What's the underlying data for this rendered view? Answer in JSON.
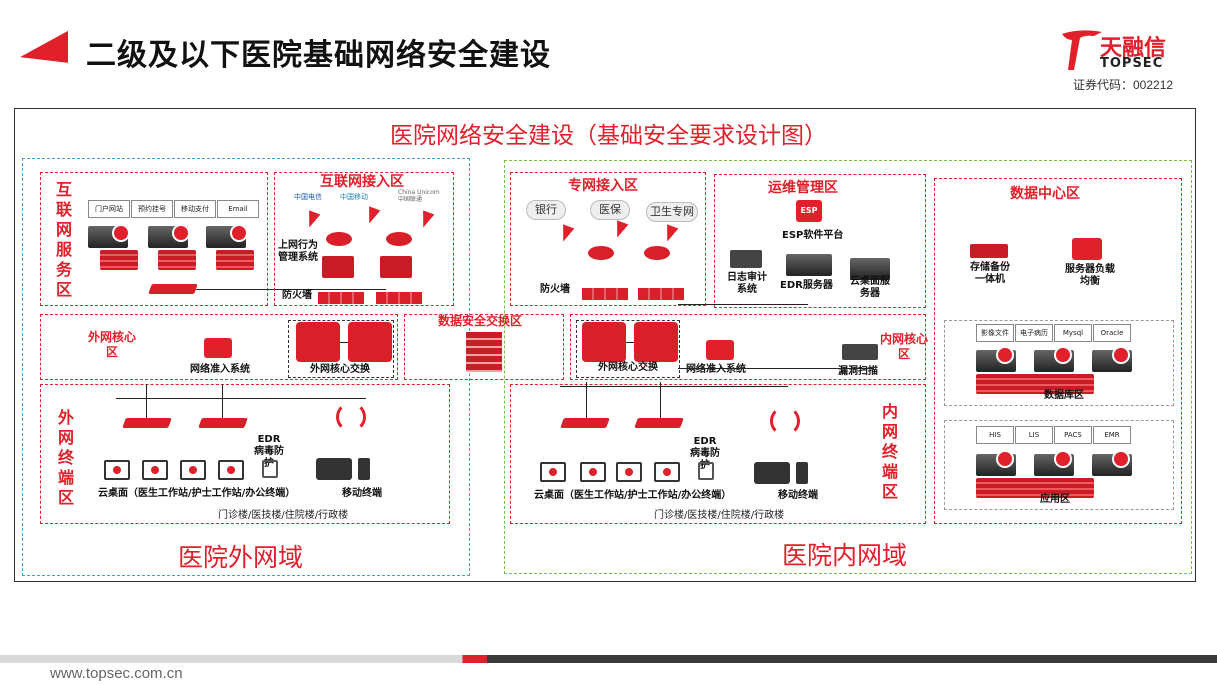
{
  "header": {
    "title": "二级及以下医院基础网络安全建设",
    "stock_code": "证券代码：002212"
  },
  "logo": {
    "name_cn": "天融信",
    "name_en": "TOPSEC"
  },
  "diagram_title": "医院网络安全建设（基础安全要求设计图）",
  "outer": {
    "domain_label": "医院外网域",
    "internet_service": {
      "label": "互联网服务区",
      "tabs": [
        "门户网站",
        "预约挂号",
        "移动支付",
        "Email"
      ]
    },
    "internet_access": {
      "label": "互联网接入区",
      "isp_telecom": "中国电信",
      "isp_mobile": "中国移动",
      "isp_unicom": "China Unicom中国联通",
      "audit": "上网行为管理系统",
      "firewall": "防火墙"
    },
    "core": {
      "label": "外网核心区",
      "nac": "网络准入系统",
      "switch": "外网核心交换"
    },
    "terminal": {
      "label": "外网终端区",
      "edr": "EDR病毒防护",
      "desktops": "云桌面（医生工作站/护士工作站/办公终端）",
      "mobile": "移动终端",
      "buildings": "门诊楼/医技楼/住院楼/行政楼"
    }
  },
  "exchange": {
    "label": "数据安全交换区"
  },
  "inner": {
    "domain_label": "医院内网域",
    "private_access": {
      "label": "专网接入区",
      "clouds": [
        "银行",
        "医保",
        "卫生专网"
      ],
      "firewall": "防火墙"
    },
    "ops": {
      "label": "运维管理区",
      "esp": "ESP",
      "esp_platform": "ESP软件平台",
      "log": "日志审计系统",
      "edr_server": "EDR服务器",
      "vdi_server": "云桌面服务器"
    },
    "core": {
      "label": "内网核心区",
      "switch": "外网核心交换",
      "nac": "网络准入系统",
      "scan": "漏洞扫描"
    },
    "terminal": {
      "label": "内网终端区",
      "edr": "EDR病毒防护",
      "desktops": "云桌面（医生工作站/护士工作站/办公终端）",
      "mobile": "移动终端",
      "buildings": "门诊楼/医技楼/住院楼/行政楼"
    }
  },
  "datacenter": {
    "label": "数据中心区",
    "backup": "存储备份一体机",
    "lb": "服务器负载均衡",
    "db_tabs": [
      "影像文件",
      "电子病历",
      "Mysql",
      "Oracle"
    ],
    "db_label": "数据库区",
    "app_tabs": [
      "HIS",
      "LIS",
      "PACS",
      "EMR"
    ],
    "app_label": "应用区"
  },
  "footer": {
    "url": "www.topsec.com.cn"
  },
  "colors": {
    "accent": "#e0202b",
    "outer_zone": "#3f9fd6",
    "inner_zone": "#7ac043"
  }
}
